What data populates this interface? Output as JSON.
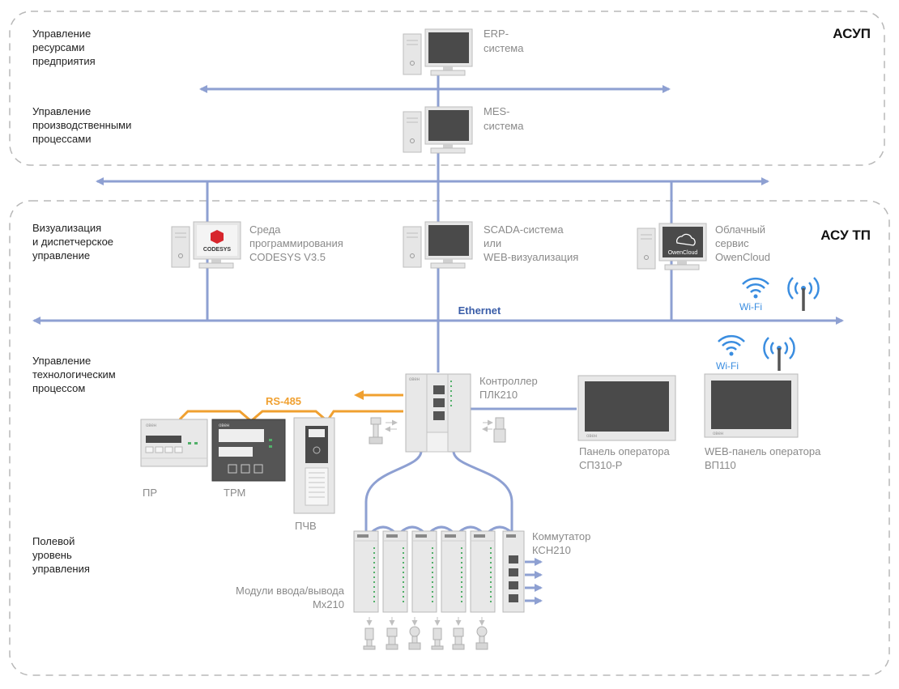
{
  "sections": {
    "asup": "АСУП",
    "asu_tp": "АСУ ТП"
  },
  "levels": {
    "erp": [
      "Управление",
      "ресурсами",
      "предприятия"
    ],
    "mes": [
      "Управление",
      "производственными",
      "процессами"
    ],
    "vis": [
      "Визуализация",
      "и диспетчерское",
      "управление"
    ],
    "tech": [
      "Управление",
      "технологическим",
      "процессом"
    ],
    "field": [
      "Полевой",
      "уровень",
      "управления"
    ]
  },
  "nodes": {
    "erp": [
      "ERP-",
      "система"
    ],
    "mes": [
      "MES-",
      "система"
    ],
    "codesys": [
      "Среда",
      "программирования",
      "CODESYS V3.5"
    ],
    "codesys_logo": "CODESYS",
    "scada": [
      "SCADA-система",
      "или",
      "WEB-визуализация"
    ],
    "cloud": [
      "Облачный",
      "сервис",
      "OwenCloud"
    ],
    "cloud_logo": "OwenCloud",
    "plc": [
      "Контроллер",
      "ПЛК210"
    ],
    "panel": [
      "Панель оператора",
      "СП310-Р"
    ],
    "webpanel": [
      "WEB-панель оператора",
      "ВП110"
    ],
    "pr": "ПР",
    "trm": "ТРМ",
    "pchv": "ПЧВ",
    "switch": [
      "Коммутатор",
      "КСН210"
    ],
    "modules": [
      "Модули ввода/вывода",
      "Мх210"
    ],
    "brand": "овен"
  },
  "networks": {
    "ethernet": "Ethernet",
    "rs485": "RS-485",
    "wifi": "Wi-Fi"
  },
  "colors": {
    "bus": "#8ea0d2",
    "bus_label": "#3a5da8",
    "rs485": "#f0a030",
    "wifi": "#3a8de0",
    "device": "#e4e4e4",
    "device_dark": "#4a4a4a",
    "frame": "#b8b8b8"
  }
}
